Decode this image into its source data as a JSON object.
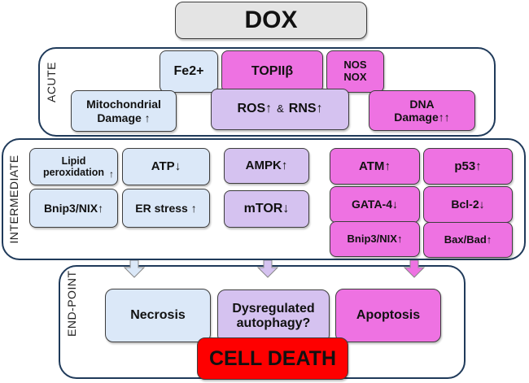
{
  "title": "DOX",
  "colors": {
    "panel_border": "#1f3a5a",
    "necrosis_pathway": "#dbe8f8",
    "autophagy_pathway": "#d5c2f0",
    "apoptosis_pathway": "#ee72e2",
    "dox_box": "#e4e4e4",
    "cell_death": "#fe0000"
  },
  "acute": {
    "label": "ACUTE",
    "fe2": "Fe2+",
    "topii": "TOPIIβ",
    "nos_nox": [
      "NOS",
      "NOX"
    ],
    "mito": [
      "Mitochondrial",
      "Damage"
    ],
    "mito_arrow": "↑",
    "ros": "ROS",
    "ros_arrow": "↑",
    "amp": "&",
    "rns": "RNS",
    "rns_arrow": "↑",
    "dna": [
      "DNA",
      "Damage"
    ],
    "dna_arrow": "↑↑"
  },
  "intermediate": {
    "label": "INTERMEDIATE",
    "necrosis_items": [
      {
        "text": "Lipid peroxidation",
        "arrow": "↑"
      },
      {
        "text": "ATP",
        "arrow": "↓"
      },
      {
        "text": "Bnip3/NIX",
        "arrow": "↑"
      },
      {
        "text": "ER stress ",
        "arrow": "↑"
      }
    ],
    "autophagy_items": [
      {
        "text": "AMPK",
        "arrow": "↑"
      },
      {
        "text": "mTOR",
        "arrow": "↓"
      }
    ],
    "apoptosis_items": [
      {
        "text": "ATM",
        "arrow": "↑"
      },
      {
        "text": "p53",
        "arrow": "↑"
      },
      {
        "text": "GATA-4",
        "arrow": "↓"
      },
      {
        "text": "Bcl-2",
        "arrow": "↓"
      },
      {
        "text": "Bnip3/NIX",
        "arrow": "↑"
      },
      {
        "text": "Bax/Bad",
        "arrow": "↑"
      }
    ]
  },
  "endpoint": {
    "label": "END-POINT",
    "necrosis": "Necrosis",
    "autophagy": [
      "Dysregulated",
      "autophagy?"
    ],
    "apoptosis": "Apoptosis",
    "cell_death": "CELL DEATH"
  }
}
